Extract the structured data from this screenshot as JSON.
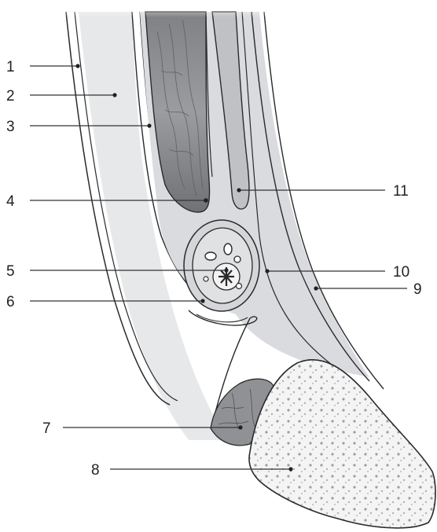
{
  "labels": {
    "l1": "1",
    "l2": "2",
    "l3": "3",
    "l4": "4",
    "l5": "5",
    "l6": "6",
    "l7": "7",
    "l8": "8",
    "l9": "9",
    "l10": "10",
    "l11": "11"
  },
  "colors": {
    "outline": "#2a2a2a",
    "tissue_fill": "#d7d9dc",
    "muscle_dark": "#8a8c8f",
    "bone_dot": "#8e9096",
    "background": "#ffffff"
  }
}
